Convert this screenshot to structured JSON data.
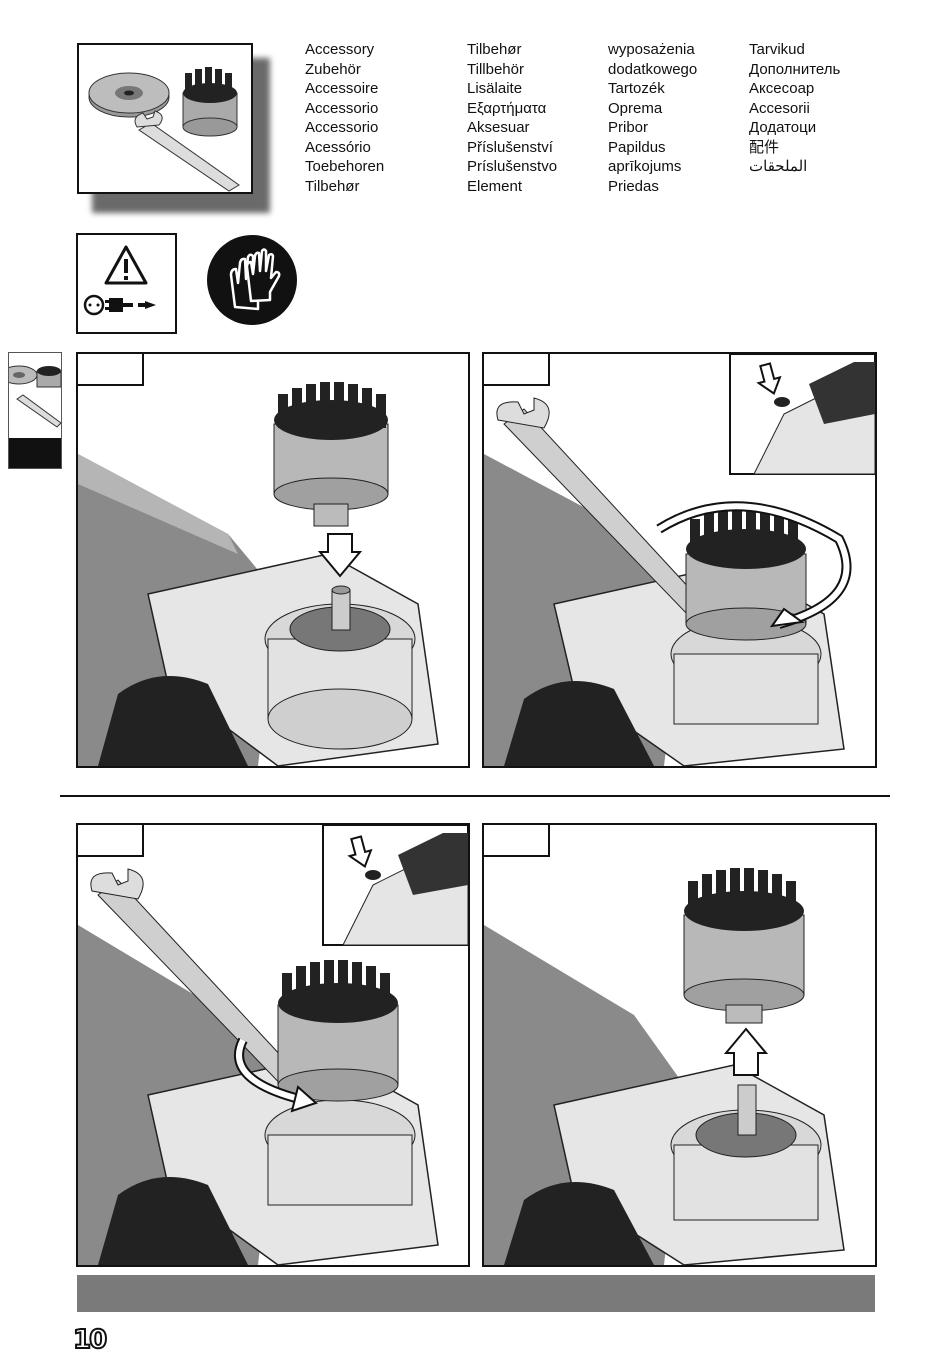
{
  "languages": {
    "col1": [
      "Accessory",
      "Zubehör",
      "Accessoire",
      "Accessorio",
      "Accessorio",
      "Acessório",
      "Toebehoren",
      "Tilbehør"
    ],
    "col2": [
      "Tilbehør",
      "Tillbehör",
      "Lisälaite",
      "Εξαρτήματα",
      "Aksesuar",
      "Příslušenství",
      "Príslušenstvo",
      "Element"
    ],
    "col3": [
      "wyposażenia",
      "dodatkowego",
      "Tartozék",
      "Oprema",
      "Pribor",
      "Papildus",
      "aprīkojums",
      "Priedas"
    ],
    "col4": [
      "Tarvikud",
      "Дополнитель",
      "Аксесоар",
      "Accesorii",
      "Додатоци",
      "配件",
      "الملحقات"
    ]
  },
  "icons": {
    "warning": "warning-triangle-icon",
    "unplug": "unplug-icon",
    "gloves": "wear-gloves-icon",
    "accessory": "brush-and-wrench-icon"
  },
  "page_number": "10",
  "colors": {
    "text": "#111111",
    "bar": "#7a7a7a",
    "panel_border": "#111111"
  }
}
